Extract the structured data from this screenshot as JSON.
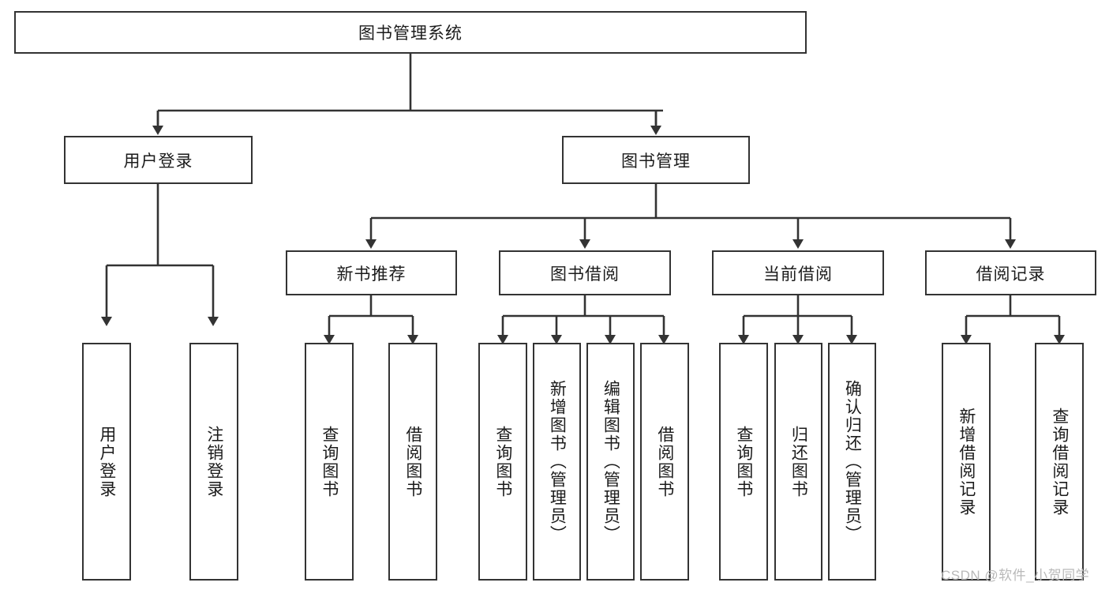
{
  "diagram": {
    "title": "图书管理系统",
    "type": "tree-hierarchy",
    "root": {
      "label": "图书管理系统"
    },
    "level2": [
      {
        "label": "用户登录"
      },
      {
        "label": "图书管理"
      }
    ],
    "level3": [
      {
        "label": "新书推荐"
      },
      {
        "label": "图书借阅"
      },
      {
        "label": "当前借阅"
      },
      {
        "label": "借阅记录"
      }
    ],
    "leaves": {
      "user_login": [
        {
          "label": "用户登录"
        },
        {
          "label": "注销登录"
        }
      ],
      "new_book_recommend": [
        {
          "label": "查询图书"
        },
        {
          "label": "借阅图书"
        }
      ],
      "book_borrow": [
        {
          "label": "查询图书"
        },
        {
          "label": "新增图书（管理员）"
        },
        {
          "label": "编辑图书（管理员）"
        },
        {
          "label": "借阅图书"
        }
      ],
      "current_borrow": [
        {
          "label": "查询图书"
        },
        {
          "label": "归还图书"
        },
        {
          "label": "确认归还（管理员）"
        }
      ],
      "borrow_record": [
        {
          "label": "新增借阅记录"
        },
        {
          "label": "查询借阅记录"
        }
      ]
    }
  },
  "watermark": {
    "text": "CSDN @软件_小贺同学"
  },
  "colors": {
    "stroke": "#333333",
    "fill": "#ffffff",
    "text": "#1b1b1b",
    "watermark": "#b9b9b9"
  }
}
